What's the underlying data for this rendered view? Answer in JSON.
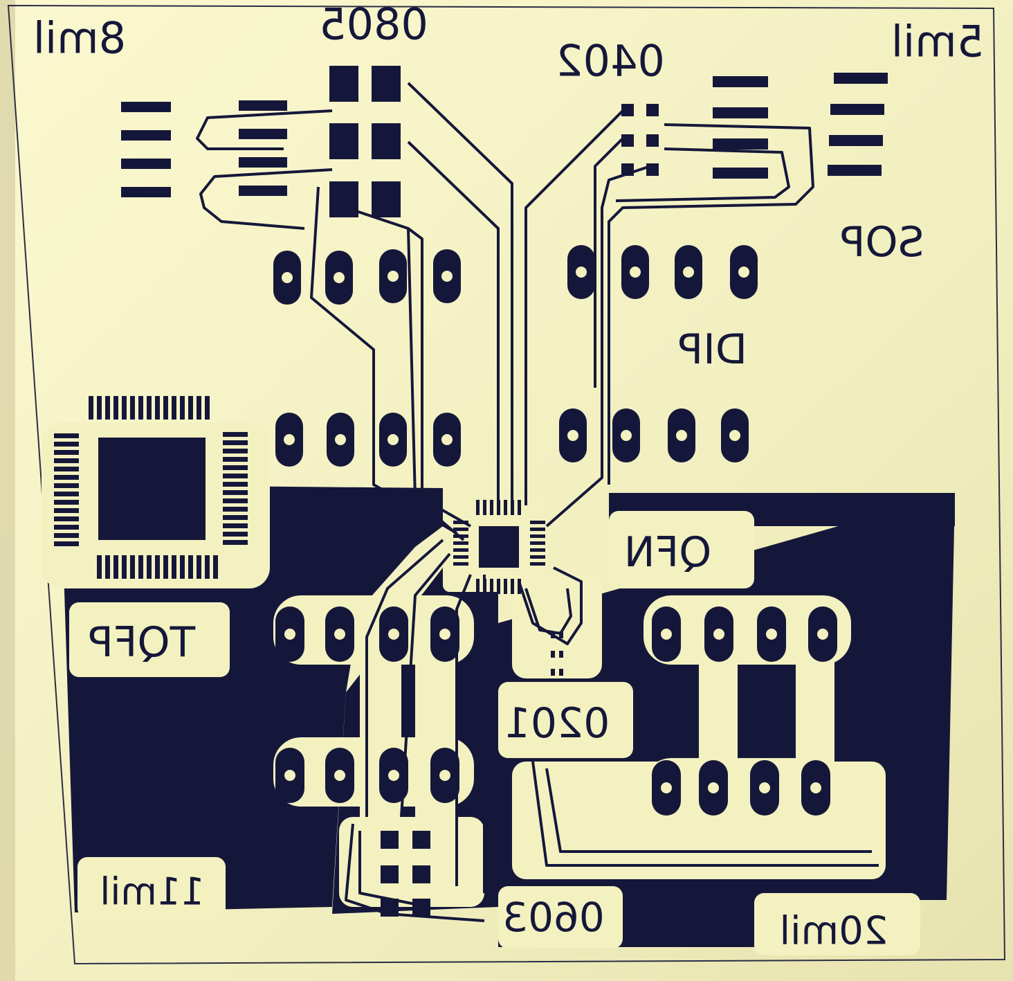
{
  "photo": {
    "subject": "Mirrored PCB toner-transfer test pattern printed on yellowish paper",
    "colors": {
      "paper": "#f3f1c0",
      "ink": "#15173a",
      "pad_hole": "#f3f1c0"
    }
  },
  "labels": {
    "mil8": "8mil",
    "size0805": "0805",
    "size0402": "0402",
    "mil5": "5mil",
    "sop": "SOP",
    "dip": "DIP",
    "qfn": "QFN",
    "tqfp": "TQFP",
    "size0201": "0201",
    "mil11": "11mil",
    "size0603": "0603",
    "mil20": "20mil"
  }
}
